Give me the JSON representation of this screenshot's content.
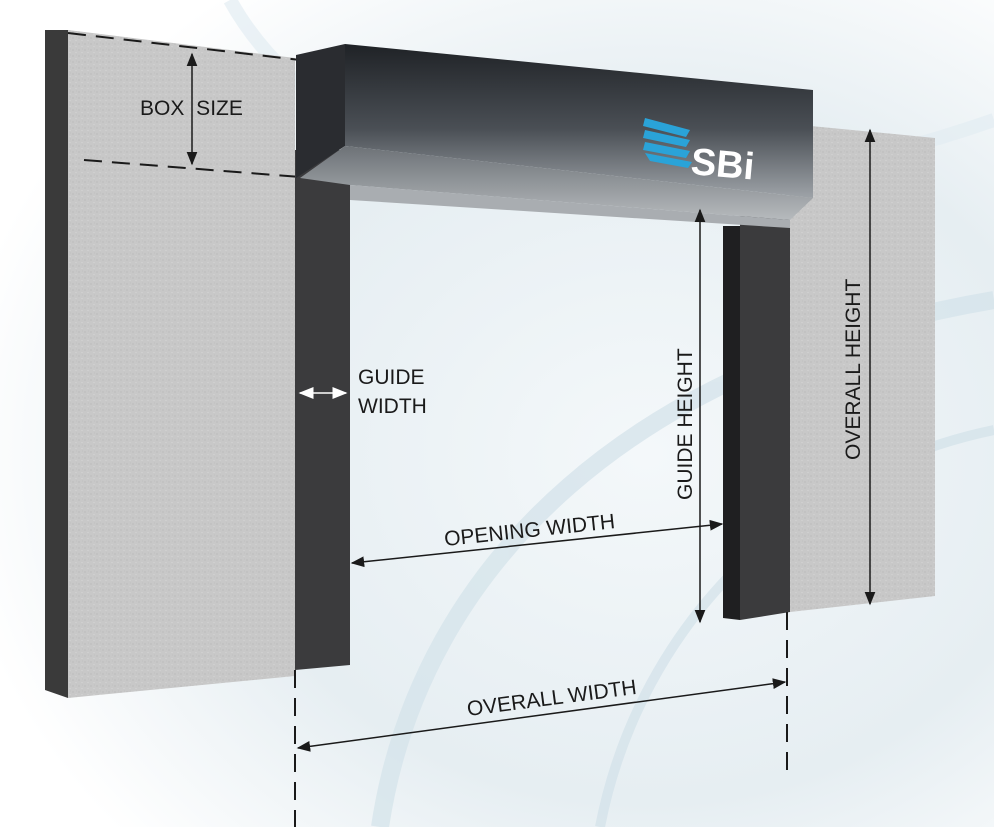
{
  "brand": {
    "name": "SBi",
    "logo_text": "SBi",
    "color": "#2aa3d8"
  },
  "labels": {
    "box_size": "BOX SIZE",
    "guide_width_line1": "GUIDE",
    "guide_width_line2": "WIDTH",
    "guide_height": "GUIDE HEIGHT",
    "overall_height": "OVERALL HEIGHT",
    "opening_width": "OPENING WIDTH",
    "overall_width": "OVERALL WIDTH"
  },
  "colors": {
    "wall": "#c9c9c9",
    "wall_edge": "#3a3a3a",
    "guide": "#3b3b3d",
    "guide_dark": "#1f1f21",
    "box_top": "#2a2d31",
    "box_bottom": "#8e9398",
    "dimension_line": "#1a1a1a"
  }
}
